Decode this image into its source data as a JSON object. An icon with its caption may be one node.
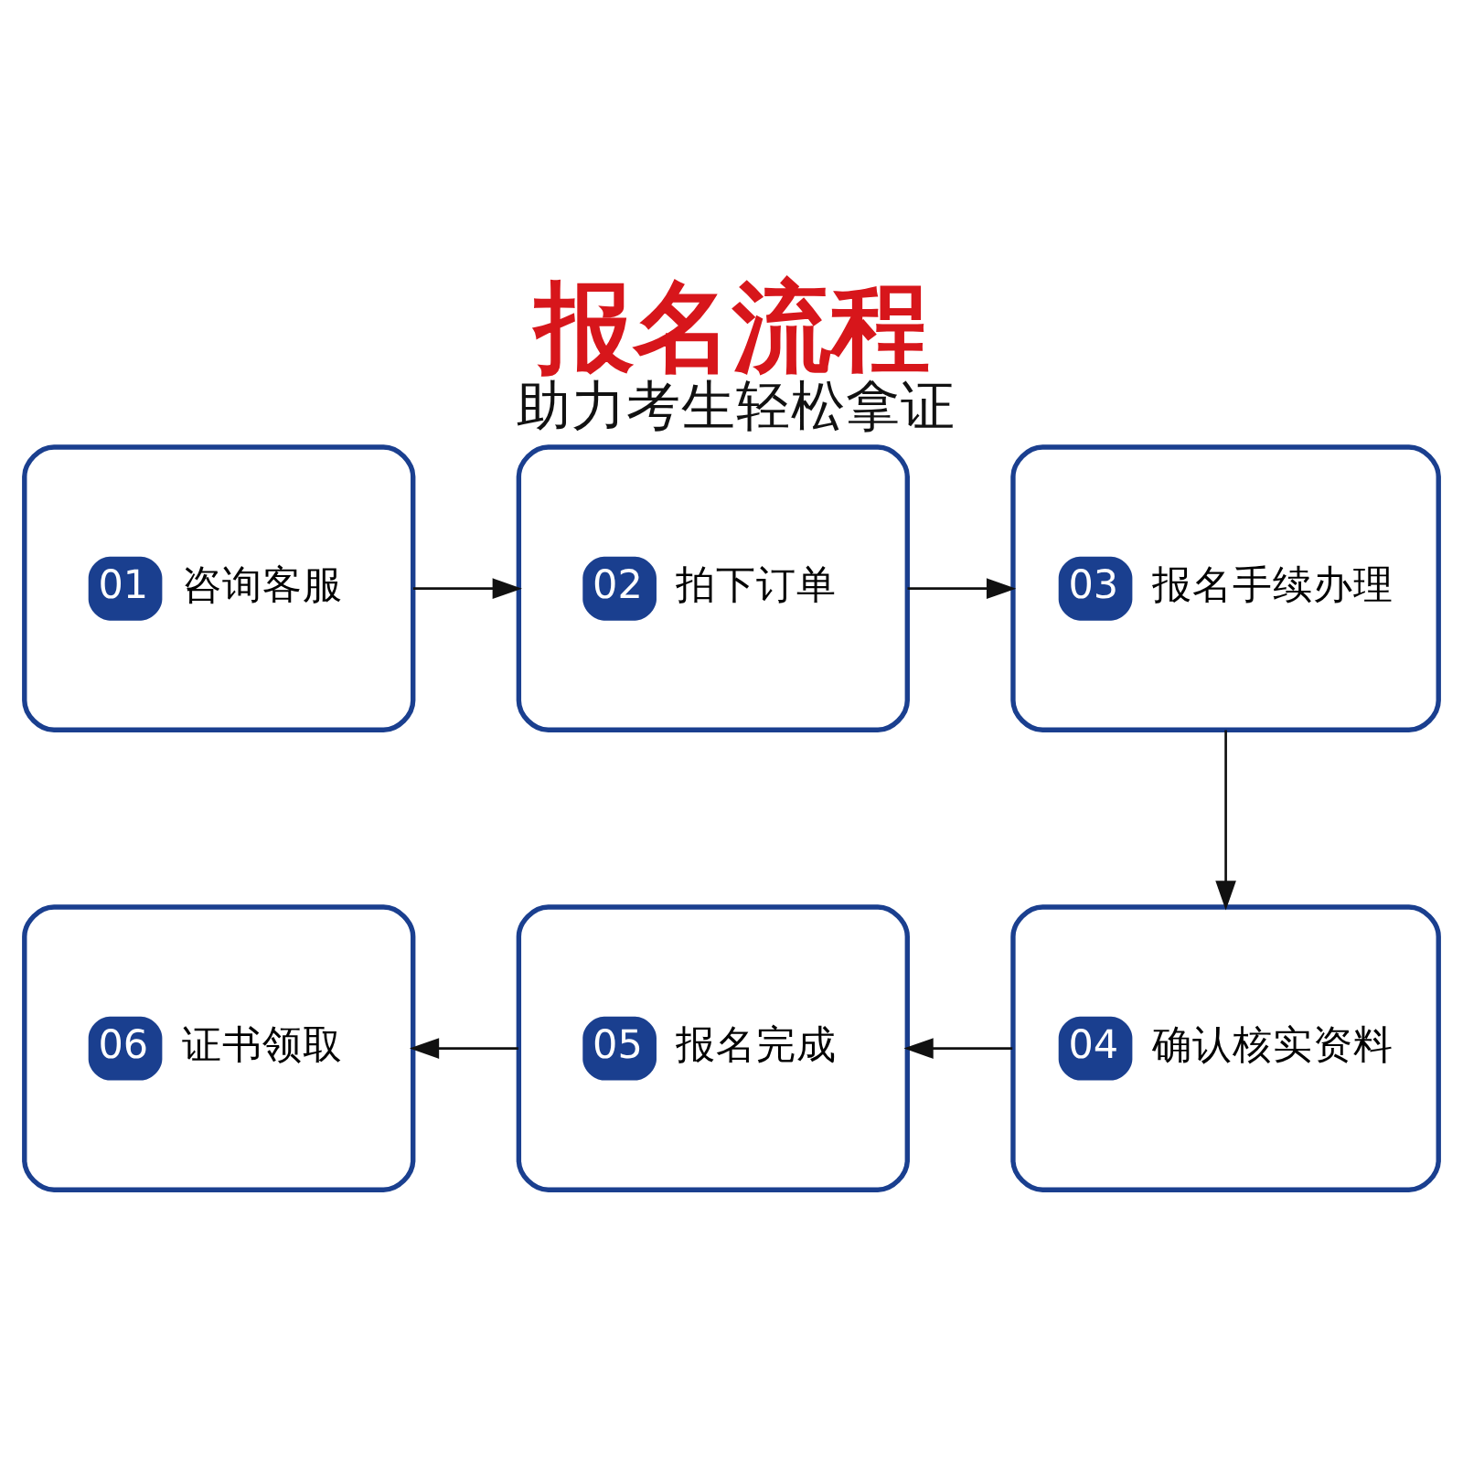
{
  "diagram": {
    "title": "报名流程",
    "caption": "助力考生轻松拿证",
    "nodes": [
      {
        "text": [
          "01",
          "咨询客服"
        ]
      },
      {
        "text": [
          "02",
          "拍下订单"
        ]
      },
      {
        "text": [
          "03",
          "报名手续办理"
        ]
      },
      {
        "text": [
          "04",
          "确认核实资料"
        ]
      },
      {
        "text": [
          "05",
          "报名完成"
        ]
      },
      {
        "text": [
          "06",
          "证书领取"
        ]
      }
    ],
    "edges": [
      {
        "from": 0,
        "to": 1,
        "arrow": "to"
      },
      {
        "from": 1,
        "to": 2,
        "arrow": "to"
      },
      {
        "from": 2,
        "to": 3,
        "arrow": "to"
      },
      {
        "from": 3,
        "to": 4,
        "arrow": "to"
      },
      {
        "from": 4,
        "to": 5,
        "arrow": "to"
      }
    ]
  }
}
